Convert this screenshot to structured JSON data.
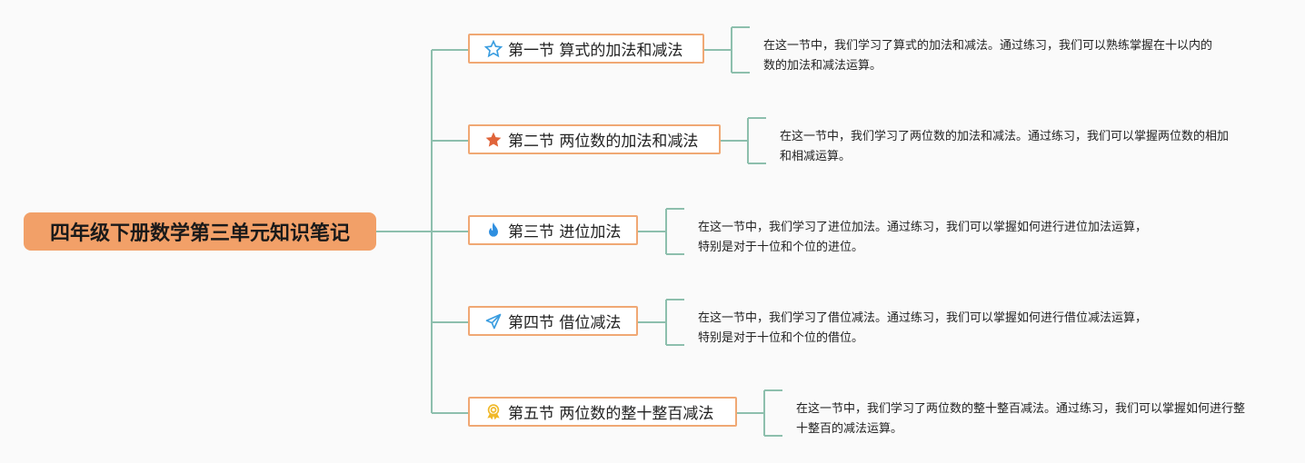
{
  "root": {
    "title": "四年级下册数学第三单元知识笔记"
  },
  "sections": [
    {
      "label": "第一节 算式的加法和减法",
      "icon": "star-outline-icon",
      "note": "在这一节中，我们学习了算式的加法和减法。通过练习，我们可以熟练掌握在十以内的数的加法和减法运算。"
    },
    {
      "label": "第二节 两位数的加法和减法",
      "icon": "star-filled-icon",
      "note": "在这一节中，我们学习了两位数的加法和减法。通过练习，我们可以掌握两位数的相加和相减运算。"
    },
    {
      "label": "第三节 进位加法",
      "icon": "flame-icon",
      "note": "在这一节中，我们学习了进位加法。通过练习，我们可以掌握如何进行进位加法运算，特别是对于十位和个位的进位。"
    },
    {
      "label": "第四节 借位减法",
      "icon": "paper-plane-icon",
      "note": "在这一节中，我们学习了借位减法。通过练习，我们可以掌握如何进行借位减法运算，特别是对于十位和个位的借位。"
    },
    {
      "label": "第五节 两位数的整十整百减法",
      "icon": "award-icon",
      "note": "在这一节中，我们学习了两位数的整十整百减法。通过练习，我们可以掌握如何进行整十整百的减法运算。"
    }
  ],
  "colors": {
    "accent": "#f2a068",
    "line": "#8fbfae"
  }
}
